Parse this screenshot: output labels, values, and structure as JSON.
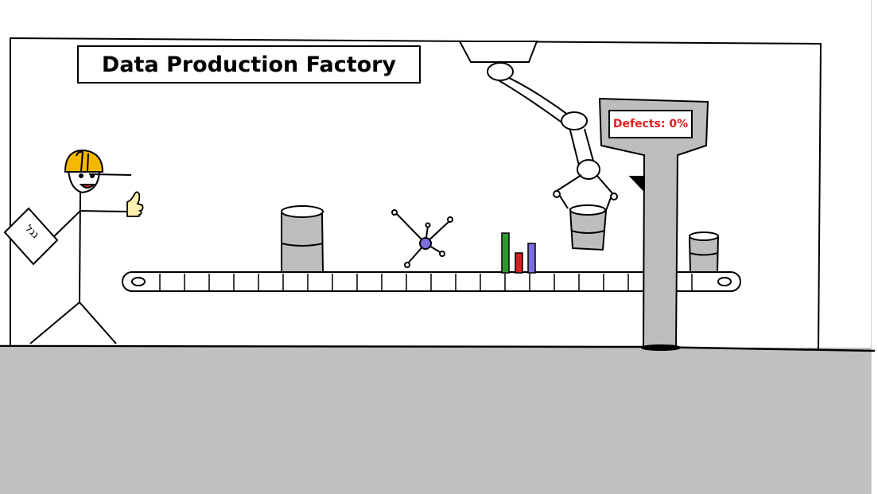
{
  "title": "Data Production Factory",
  "defects_display": {
    "text": "Defects: 0%",
    "text_color": "#e02020"
  },
  "clipboard_marks": "נגל",
  "colors": {
    "ground": "#c0c0c0",
    "machine_gray": "#bdbdbd",
    "helmet": "#f5b800",
    "mouth": "#e02020",
    "node_purple": "#7a6ee0",
    "bar_green": "#2e9a2e",
    "bar_red": "#d42020",
    "bar_purple": "#7a6ee0",
    "skin": "#ffefb0"
  },
  "icons": [
    "worker",
    "clipboard",
    "thumbs-up-hand",
    "hard-hat",
    "robot-arm",
    "conveyor-belt",
    "data-barrel",
    "network-graph",
    "bar-chart",
    "inspection-scanner"
  ]
}
